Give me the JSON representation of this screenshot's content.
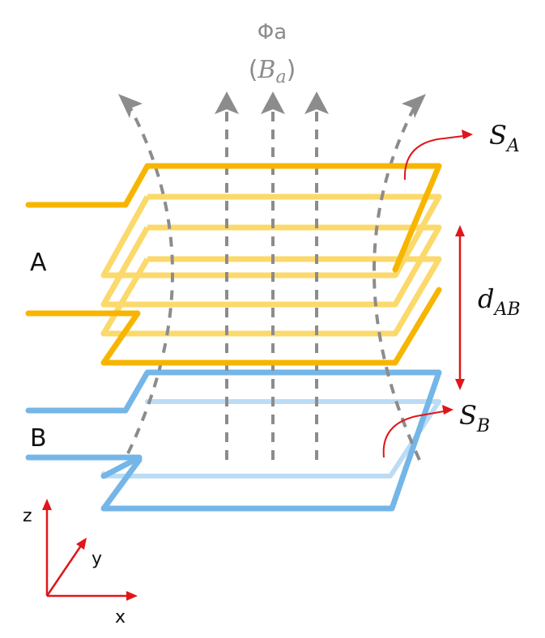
{
  "flux": {
    "label": "Φa",
    "sub_open": "(",
    "sub_var": "B",
    "sub_index": "a",
    "sub_close": ")",
    "color": "#8c8c8c"
  },
  "coil_a": {
    "label": "A",
    "color": "#f7b500",
    "color_light": "#fbd96a"
  },
  "coil_b": {
    "label": "B",
    "color": "#74b6e8",
    "color_light": "#bcdcf5"
  },
  "surface_a": {
    "var": "S",
    "index": "A"
  },
  "surface_b": {
    "var": "S",
    "index": "B"
  },
  "distance": {
    "var": "d",
    "index": "AB"
  },
  "accent_color": "#e0161b",
  "axes": {
    "z": "z",
    "y": "y",
    "x": "x"
  }
}
